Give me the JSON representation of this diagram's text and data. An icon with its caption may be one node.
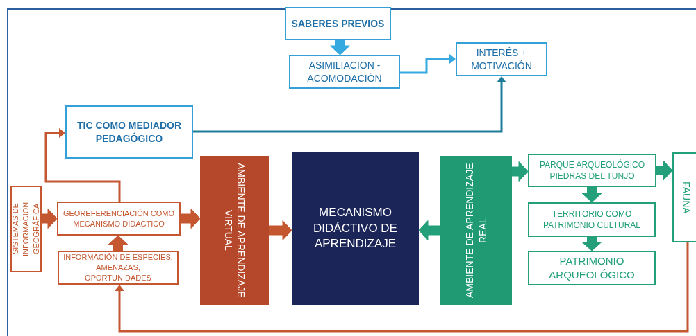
{
  "diagram": {
    "nodes": [
      {
        "text": [
          "SABERES PREVIOS"
        ]
      },
      {
        "text": [
          "ASIMILIACIÓN - ACOMODACIÓN"
        ]
      },
      {
        "text": [
          "INTERÉS + MOTIVACIÓN"
        ]
      },
      {
        "text": [
          "TIC COMO MEDIADOR PEDAGÓGICO"
        ]
      },
      {
        "text": [
          "SISTEMAS DE INFORMACIÓN GEOGRÁFICA"
        ]
      },
      {
        "text": [
          "GEOREFERENCIACIÓN COMO MECANISMO DIDACTICO"
        ]
      },
      {
        "text": [
          "INFORMACIÓN DE ESPECIES, AMENAZAS, OPORTUNIDADES"
        ]
      },
      {
        "text": [
          "AMBIENTE DE APRENDIZAJE VIRTUAL"
        ]
      },
      {
        "text": [
          "MECANISMO DIDÁCTIVO DE APRENDIZAJE"
        ]
      },
      {
        "text": [
          "AMBIENTE DE APRENDIZAJE REAL"
        ]
      },
      {
        "text": [
          "PARQUE ARQUEOLÓGICO PIEDRAS DEL TUNJO"
        ]
      },
      {
        "text": [
          "TERRITORIO COMO PATRIMONIO CULTURAL"
        ]
      },
      {
        "text": [
          "PATRIMONIO ARQUEOLÓGICO"
        ]
      },
      {
        "text": [
          "FAUNA"
        ]
      }
    ],
    "edges": [
      {
        "from": 0,
        "to": 1,
        "arrow": "to",
        "style": "thick",
        "color": "#35a9e0"
      },
      {
        "from": 1,
        "to": 2,
        "arrow": "to",
        "color": "#35a9e0"
      },
      {
        "from": 3,
        "to": 2,
        "arrow": "to",
        "color": "#1f7c98"
      },
      {
        "from": 5,
        "to": 3,
        "arrow": "to"
      },
      {
        "from": 4,
        "to": 5,
        "arrow": "to",
        "style": "thick"
      },
      {
        "from": 6,
        "to": 5,
        "arrow": "to",
        "style": "thick"
      },
      {
        "from": 5,
        "to": 7,
        "arrow": "to",
        "style": "thick"
      },
      {
        "from": 7,
        "to": 8,
        "arrow": "to",
        "style": "thick"
      },
      {
        "from": 9,
        "to": 8,
        "arrow": "to",
        "style": "thick",
        "color": "#23a07a"
      },
      {
        "from": 9,
        "to": 10,
        "arrow": "to",
        "style": "thick",
        "color": "#23a07a"
      },
      {
        "from": 10,
        "to": 11,
        "arrow": "to",
        "style": "thick",
        "color": "#23a07a"
      },
      {
        "from": 11,
        "to": 12,
        "arrow": "to",
        "style": "thick",
        "color": "#23a07a"
      },
      {
        "from": 10,
        "to": 13,
        "arrow": "to",
        "style": "thick",
        "color": "#23a07a"
      },
      {
        "from": 13,
        "to": 6,
        "arrow": "to"
      }
    ]
  }
}
